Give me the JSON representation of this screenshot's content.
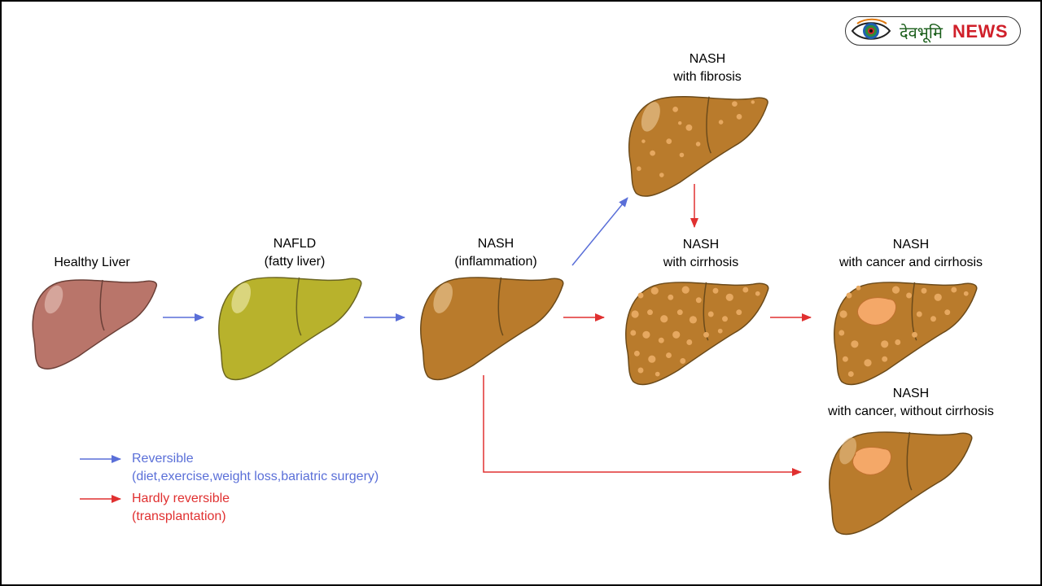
{
  "logo": {
    "hindi": "देवभूमि",
    "news": "NEWS"
  },
  "stages": {
    "healthy": {
      "line1": "Healthy Liver",
      "color": "#b9756a"
    },
    "nafld": {
      "line1": "NAFLD",
      "line2": "(fatty liver)",
      "color": "#b8b22c"
    },
    "nash_inflammation": {
      "line1": "NASH",
      "line2": "(inflammation)",
      "color": "#b97b2c"
    },
    "nash_fibrosis": {
      "line1": "NASH",
      "line2": "with fibrosis",
      "color": "#b97b2c"
    },
    "nash_cirrhosis": {
      "line1": "NASH",
      "line2": "with cirrhosis",
      "color": "#b97b2c"
    },
    "nash_cancer_cirrhosis": {
      "line1": "NASH",
      "line2": "with cancer and cirrhosis",
      "color": "#b97b2c"
    },
    "nash_cancer_no_cirrhosis": {
      "line1": "NASH",
      "line2": "with cancer, without cirrhosis",
      "color": "#b97b2c"
    }
  },
  "legend": {
    "reversible": {
      "label": "Reversible",
      "detail": "(diet,exercise,weight loss,bariatric surgery)",
      "color": "#5a6fd8"
    },
    "hardly_reversible": {
      "label": "Hardly reversible",
      "detail": "(transplantation)",
      "color": "#e03030"
    }
  }
}
